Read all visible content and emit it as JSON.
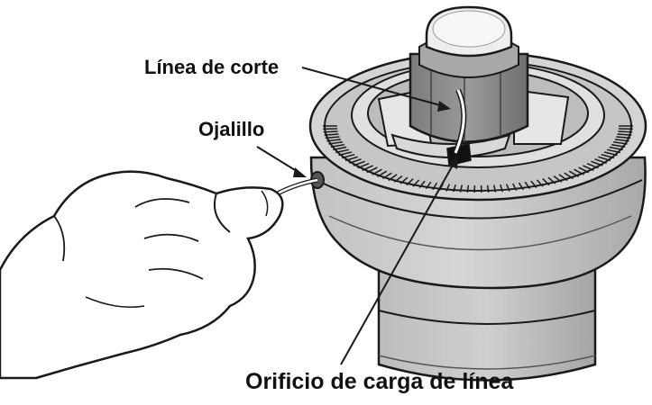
{
  "labels": {
    "cutting_line": "Línea de corte",
    "eyelet": "Ojalillo",
    "line_loading_hole": "Orificio de carga de línea"
  },
  "colors": {
    "background": "#ffffff",
    "outline": "#1a1a1a",
    "dark_gray": "#8a8a8a",
    "mid_gray": "#b9b9b9",
    "light_gray": "#dcdcdc",
    "cap": "#eeeeee"
  }
}
